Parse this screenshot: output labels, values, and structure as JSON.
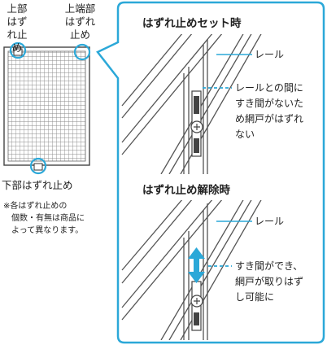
{
  "labels": {
    "bottom_lock": "下部はずれ止め",
    "upper_lock": "上部はずれ止め",
    "top_edge_lock": "上端部はずれ止め"
  },
  "note_lines": [
    "※各はずれ止めの",
    "個数・有無は商品に",
    "よって異なります。"
  ],
  "panel": {
    "section_set": {
      "title": "はずれ止めセット時",
      "rail_label": "レール",
      "description_lines": [
        "レールとの間に",
        "すき間がないた",
        "め網戸がはずれ",
        "ない"
      ]
    },
    "section_release": {
      "title": "はずれ止め解除時",
      "rail_label": "レール",
      "description_lines": [
        "すき間ができ、",
        "網戸が取りはず",
        "し可能に"
      ]
    }
  },
  "colors": {
    "accent": "#2ba8d8",
    "line": "#555555"
  }
}
